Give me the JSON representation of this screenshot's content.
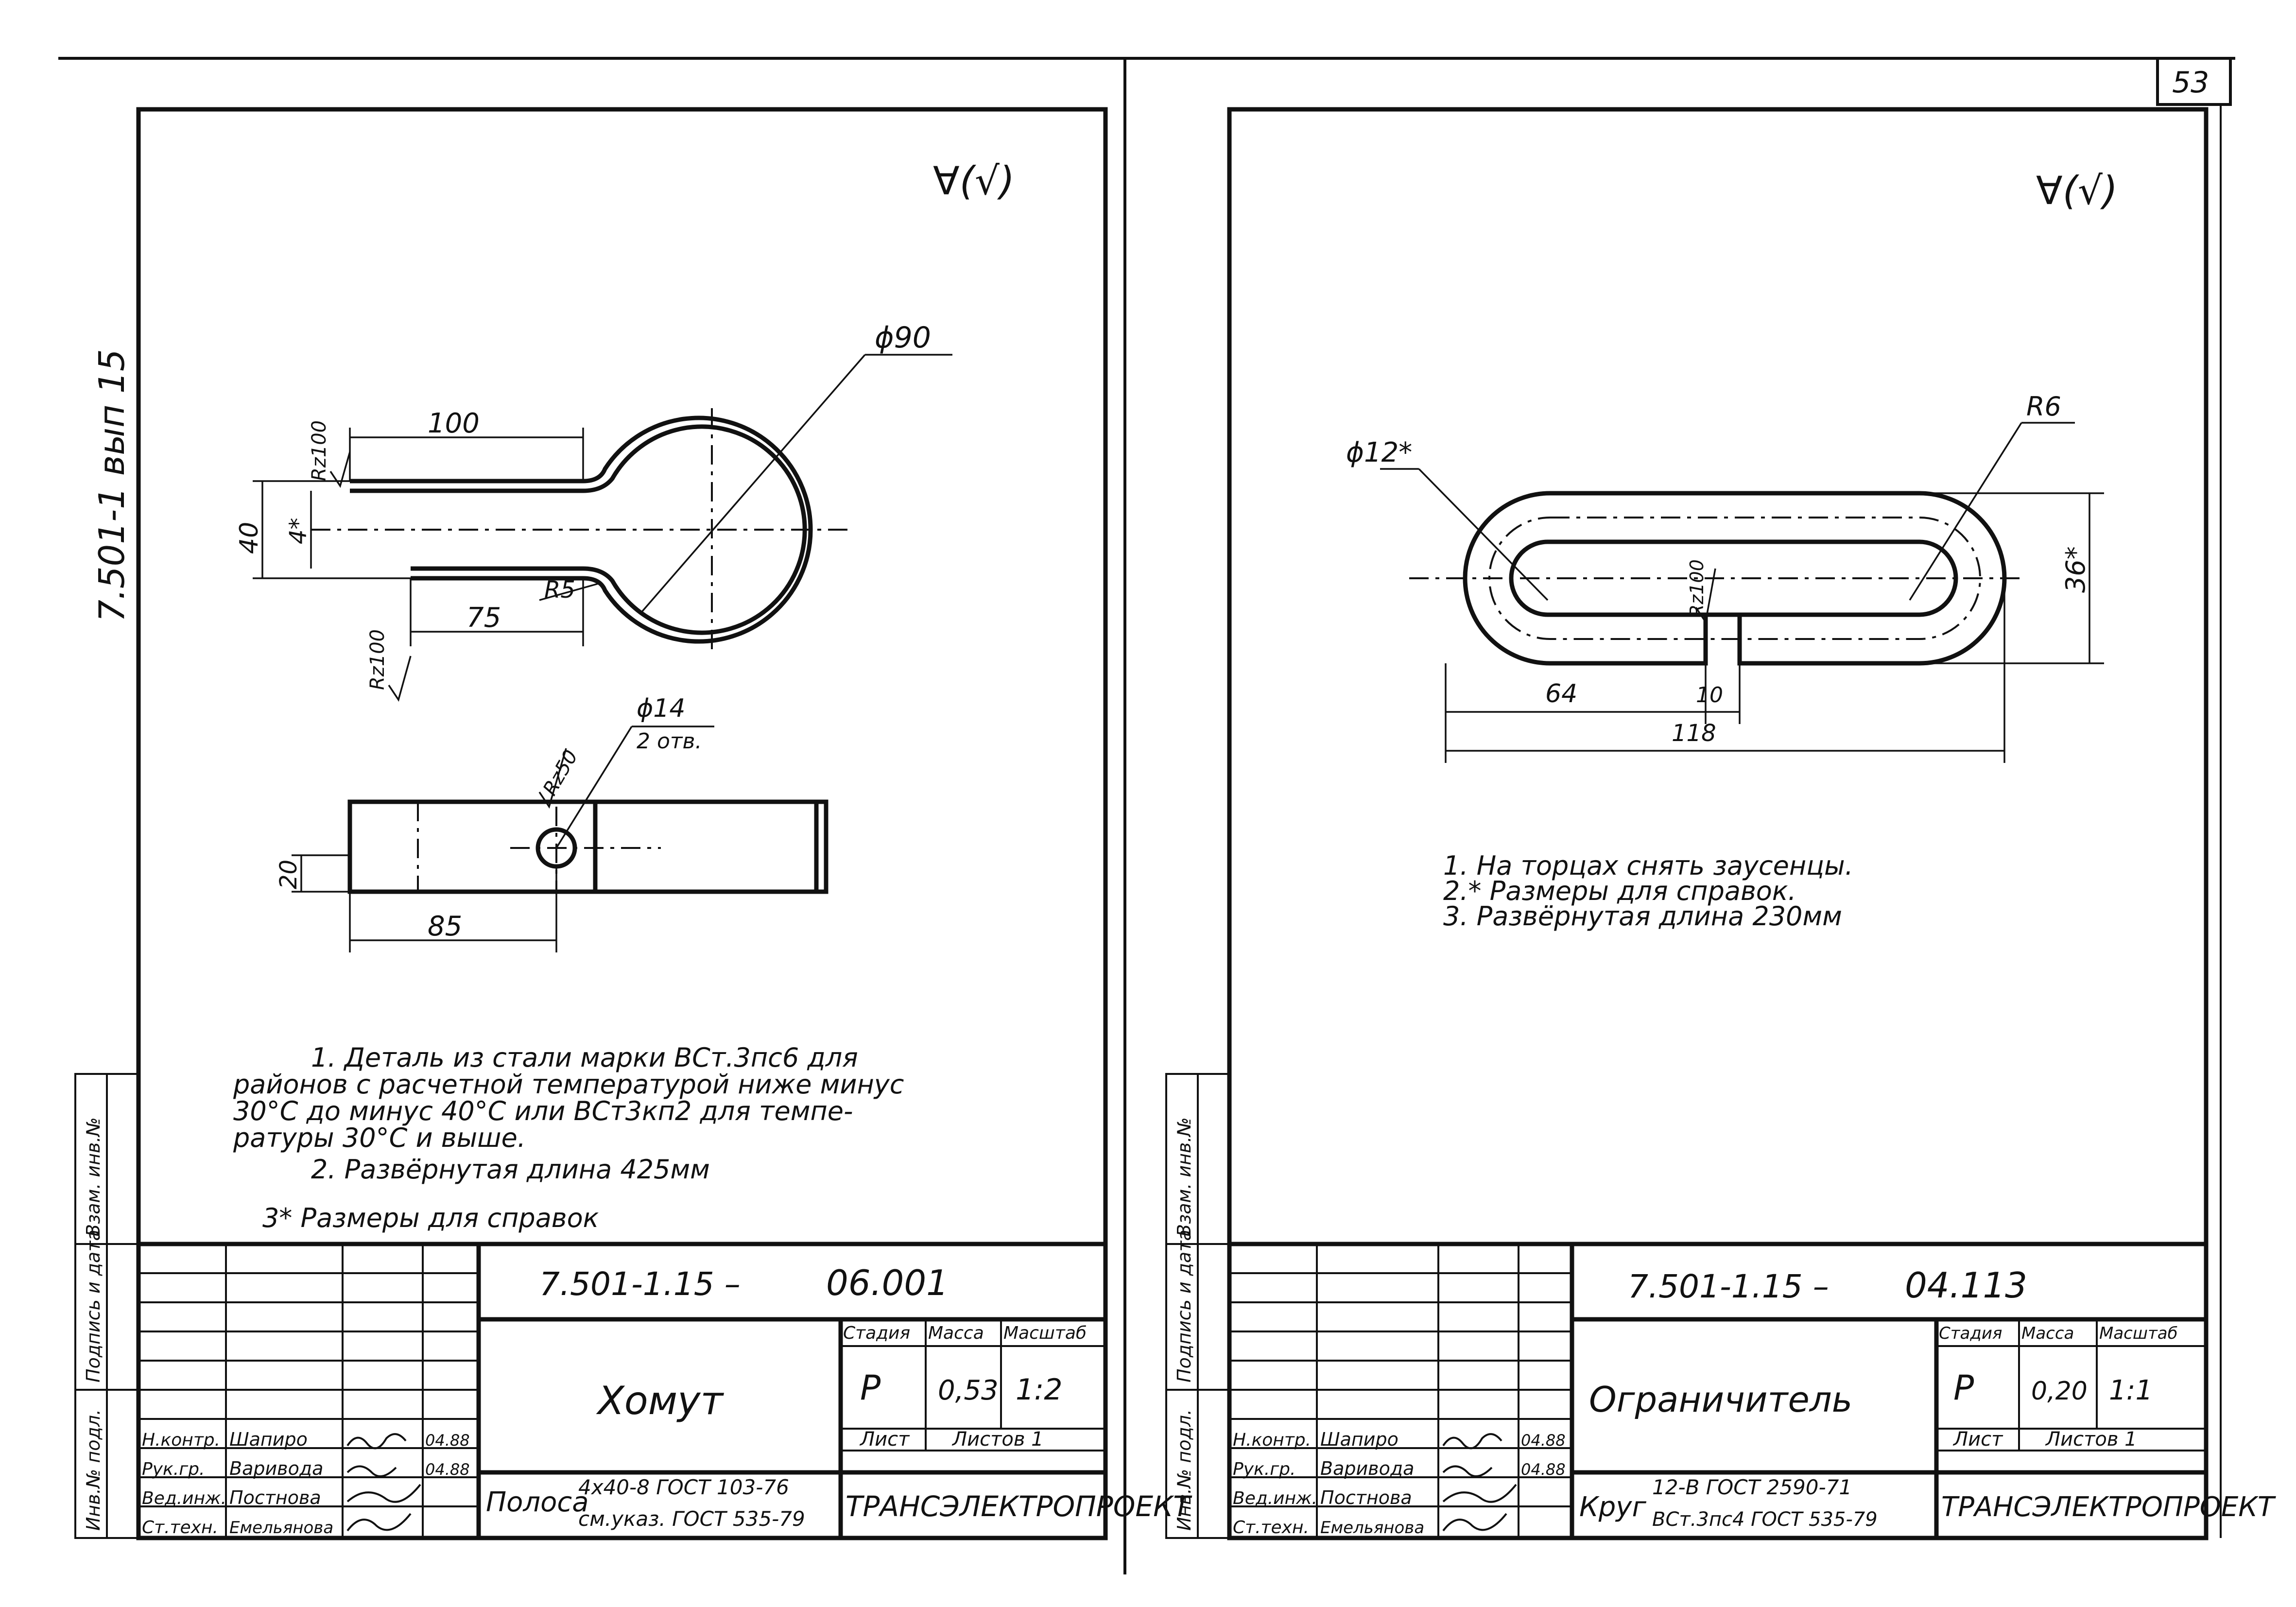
{
  "page_number": "53",
  "left": {
    "side_code": "7.501-1 вып 15",
    "roughness": "∀(√)",
    "dimensions": {
      "diameter": "ϕ90",
      "len_100": "100",
      "len_75": "75",
      "width_40": "40",
      "gap_4": "4*",
      "radius_r5": "R5",
      "rz_top": "Rz100",
      "rz_bottom": "Rz100",
      "rz_hole": "Rz50",
      "hole_dia": "ϕ14",
      "hole_count": "2 отв.",
      "height_20": "20",
      "len_85": "85"
    },
    "notes": [
      "1. Деталь из стали марки ВСт.3пс6 для",
      "районов с расчетной температурой ниже минус",
      "30°С до минус 40°С или ВСт3кп2 для темпе-",
      "ратуры 30°С и выше.",
      "2. Развёрнутая длина      425мм",
      "3* Размеры для справок"
    ],
    "title_block": {
      "code": "7.501-1.15 –",
      "number": "06.001",
      "name": "Хомут",
      "stage_h": "Стадия",
      "mass_h": "Масса",
      "scale_h": "Масштаб",
      "stage": "Р",
      "mass": "0,53",
      "scale": "1:2",
      "sheet_h": "Лист",
      "sheets_h": "Листов 1",
      "material_prefix": "Полоса",
      "material_line1": "4х40-8 ГОСТ 103-76",
      "material_line2": "см.указ. ГОСТ 535-79",
      "org": "ТРАНСЭЛЕКТРОПРОЕКТ",
      "roles": [
        "Н.контр.",
        "Рук.гр.",
        "Вед.инж.",
        "Ст.техн."
      ],
      "names": [
        "Шапиро",
        "Варивода",
        "Постнова",
        "Емельянова"
      ],
      "dates": [
        "04.88",
        "04.88",
        "",
        ""
      ]
    },
    "side_stamp": [
      "Инв.№ подл.",
      "Подпись и дата",
      "Взам. инв.№"
    ]
  },
  "right": {
    "roughness": "∀(√)",
    "dimensions": {
      "dia": "ϕ12*",
      "radius": "R6",
      "height": "36*",
      "rz": "Rz100",
      "len_64": "64",
      "gap_10": "10",
      "len_118": "118"
    },
    "notes": [
      "1. На торцах снять заусенцы.",
      "2.* Размеры для справок.",
      "3. Развёрнутая длина  230мм"
    ],
    "title_block": {
      "code": "7.501-1.15 –",
      "number": "04.113",
      "name": "Ограничитель",
      "stage_h": "Стадия",
      "mass_h": "Масса",
      "scale_h": "Масштаб",
      "stage": "Р",
      "mass": "0,20",
      "scale": "1:1",
      "sheet_h": "Лист",
      "sheets_h": "Листов 1",
      "material_prefix": "Круг",
      "material_line1": "12-В ГОСТ 2590-71",
      "material_line2": "ВСт.3пс4 ГОСТ 535-79",
      "org": "ТРАНСЭЛЕКТРОПРОЕКТ",
      "roles": [
        "Н.контр.",
        "Рук.гр.",
        "Вед.инж.",
        "Ст.техн."
      ],
      "names": [
        "Шапиро",
        "Варивода",
        "Постнова",
        "Емельянова"
      ],
      "dates": [
        "04.88",
        "04.88",
        "",
        ""
      ]
    },
    "side_stamp": [
      "Инв.№ подл.",
      "Подпись и дата",
      "Взам. инв.№"
    ]
  }
}
